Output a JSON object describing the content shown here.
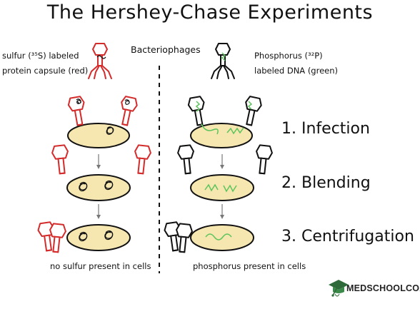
{
  "title": "The Hershey-Chase Experiments",
  "top_label": "Bacteriophages",
  "left_note": [
    "sulfur (³⁵S) labeled",
    "protein capsule (red)"
  ],
  "right_note": [
    "Phosphorus (³²P)",
    "labeled DNA (green)"
  ],
  "cell_label": "cell",
  "steps": [
    "1. Infection",
    "2. Blending",
    "3. Centrifugation"
  ],
  "captions": {
    "left": "no sulfur present in cells",
    "right": "phosphorus present in cells"
  },
  "brand": "MEDSCHOOLCOACH",
  "colors": {
    "protein_red": "#d42b2b",
    "dna_green": "#5cc45c",
    "cell_fill": "#f6e7b1",
    "ink": "#111111",
    "brand_green": "#2f6b3a"
  },
  "icons": [
    "bacteriophage-icon",
    "graduation-cap-icon",
    "arrow-down-icon"
  ]
}
